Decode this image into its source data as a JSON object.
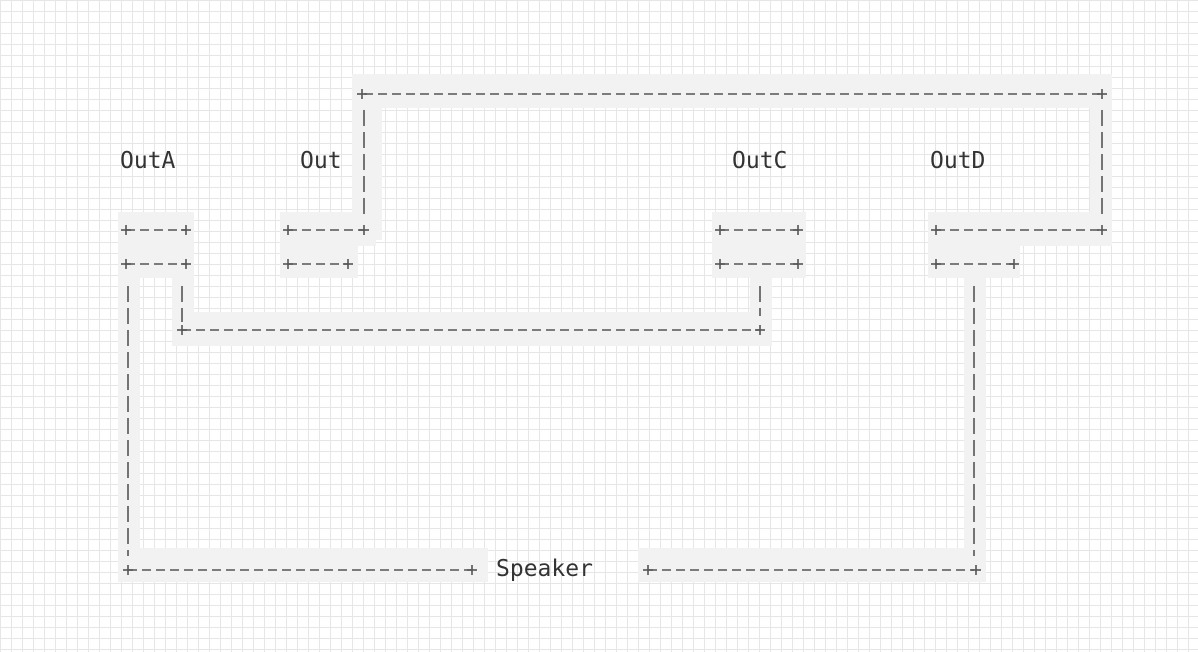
{
  "diagram": {
    "labels": {
      "out_a": "OutA",
      "out_b": "Out",
      "out_c": "OutC",
      "out_d": "OutD",
      "speaker": "Speaker"
    },
    "colors": {
      "line": "#555555",
      "text": "#333333",
      "highlight": "#f2f2f2",
      "grid": "#e6e6e6"
    }
  }
}
